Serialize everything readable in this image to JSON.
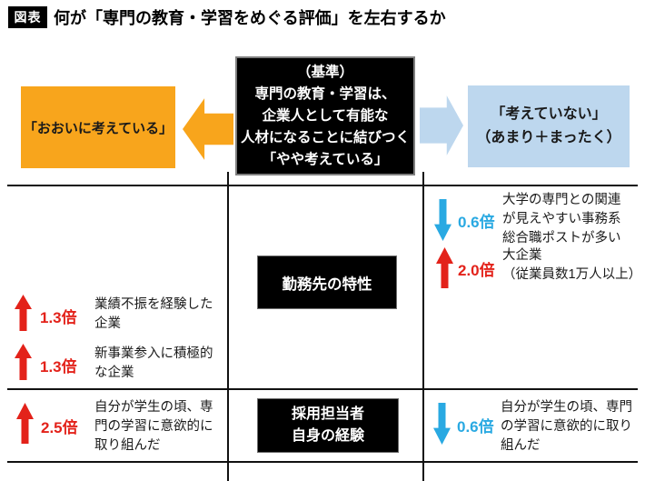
{
  "header": {
    "badge": "図表",
    "title": "何が「専門の教育・学習をめぐる評価」を左右するか"
  },
  "top": {
    "left_box": "「おおいに考えている」",
    "center_box": "（基準）\n専門の教育・学習は、\n企業人として有能な\n人材になることに結びつく\n「やや考えている」",
    "right_box": "「考えていない」\n（あまり＋まったく）"
  },
  "sections": {
    "workplace": {
      "label": "勤務先の特性",
      "left_items": [
        {
          "arrow": "up",
          "value": "1.3倍",
          "text": "業績不振を経験した\n企業"
        },
        {
          "arrow": "up",
          "value": "1.3倍",
          "text": "新事業参入に積極的\nな企業"
        }
      ],
      "right_items": [
        {
          "arrow": "down",
          "value": "0.6倍",
          "text": "大学の専門との関連\nが見えやすい事務系\n総合職ポストが多い"
        },
        {
          "arrow": "up",
          "value": "2.0倍",
          "text": "大企業\n（従業員数1万人以上）"
        }
      ]
    },
    "recruiter": {
      "label": "採用担当者\n自身の経験",
      "left_items": [
        {
          "arrow": "up",
          "value": "2.5倍",
          "text": "自分が学生の頃、専\n門の学習に意欲的に\n取り組んだ"
        }
      ],
      "right_items": [
        {
          "arrow": "down",
          "value": "0.6倍",
          "text": "自分が学生の頃、専門\nの学習に意欲的に取り\n組んだ"
        }
      ]
    }
  },
  "colors": {
    "orange": "#F8A51C",
    "light_blue": "#BDD7EE",
    "increase_red": "#E3221A",
    "decrease_blue": "#29A9E2",
    "box_black": "#000000"
  }
}
